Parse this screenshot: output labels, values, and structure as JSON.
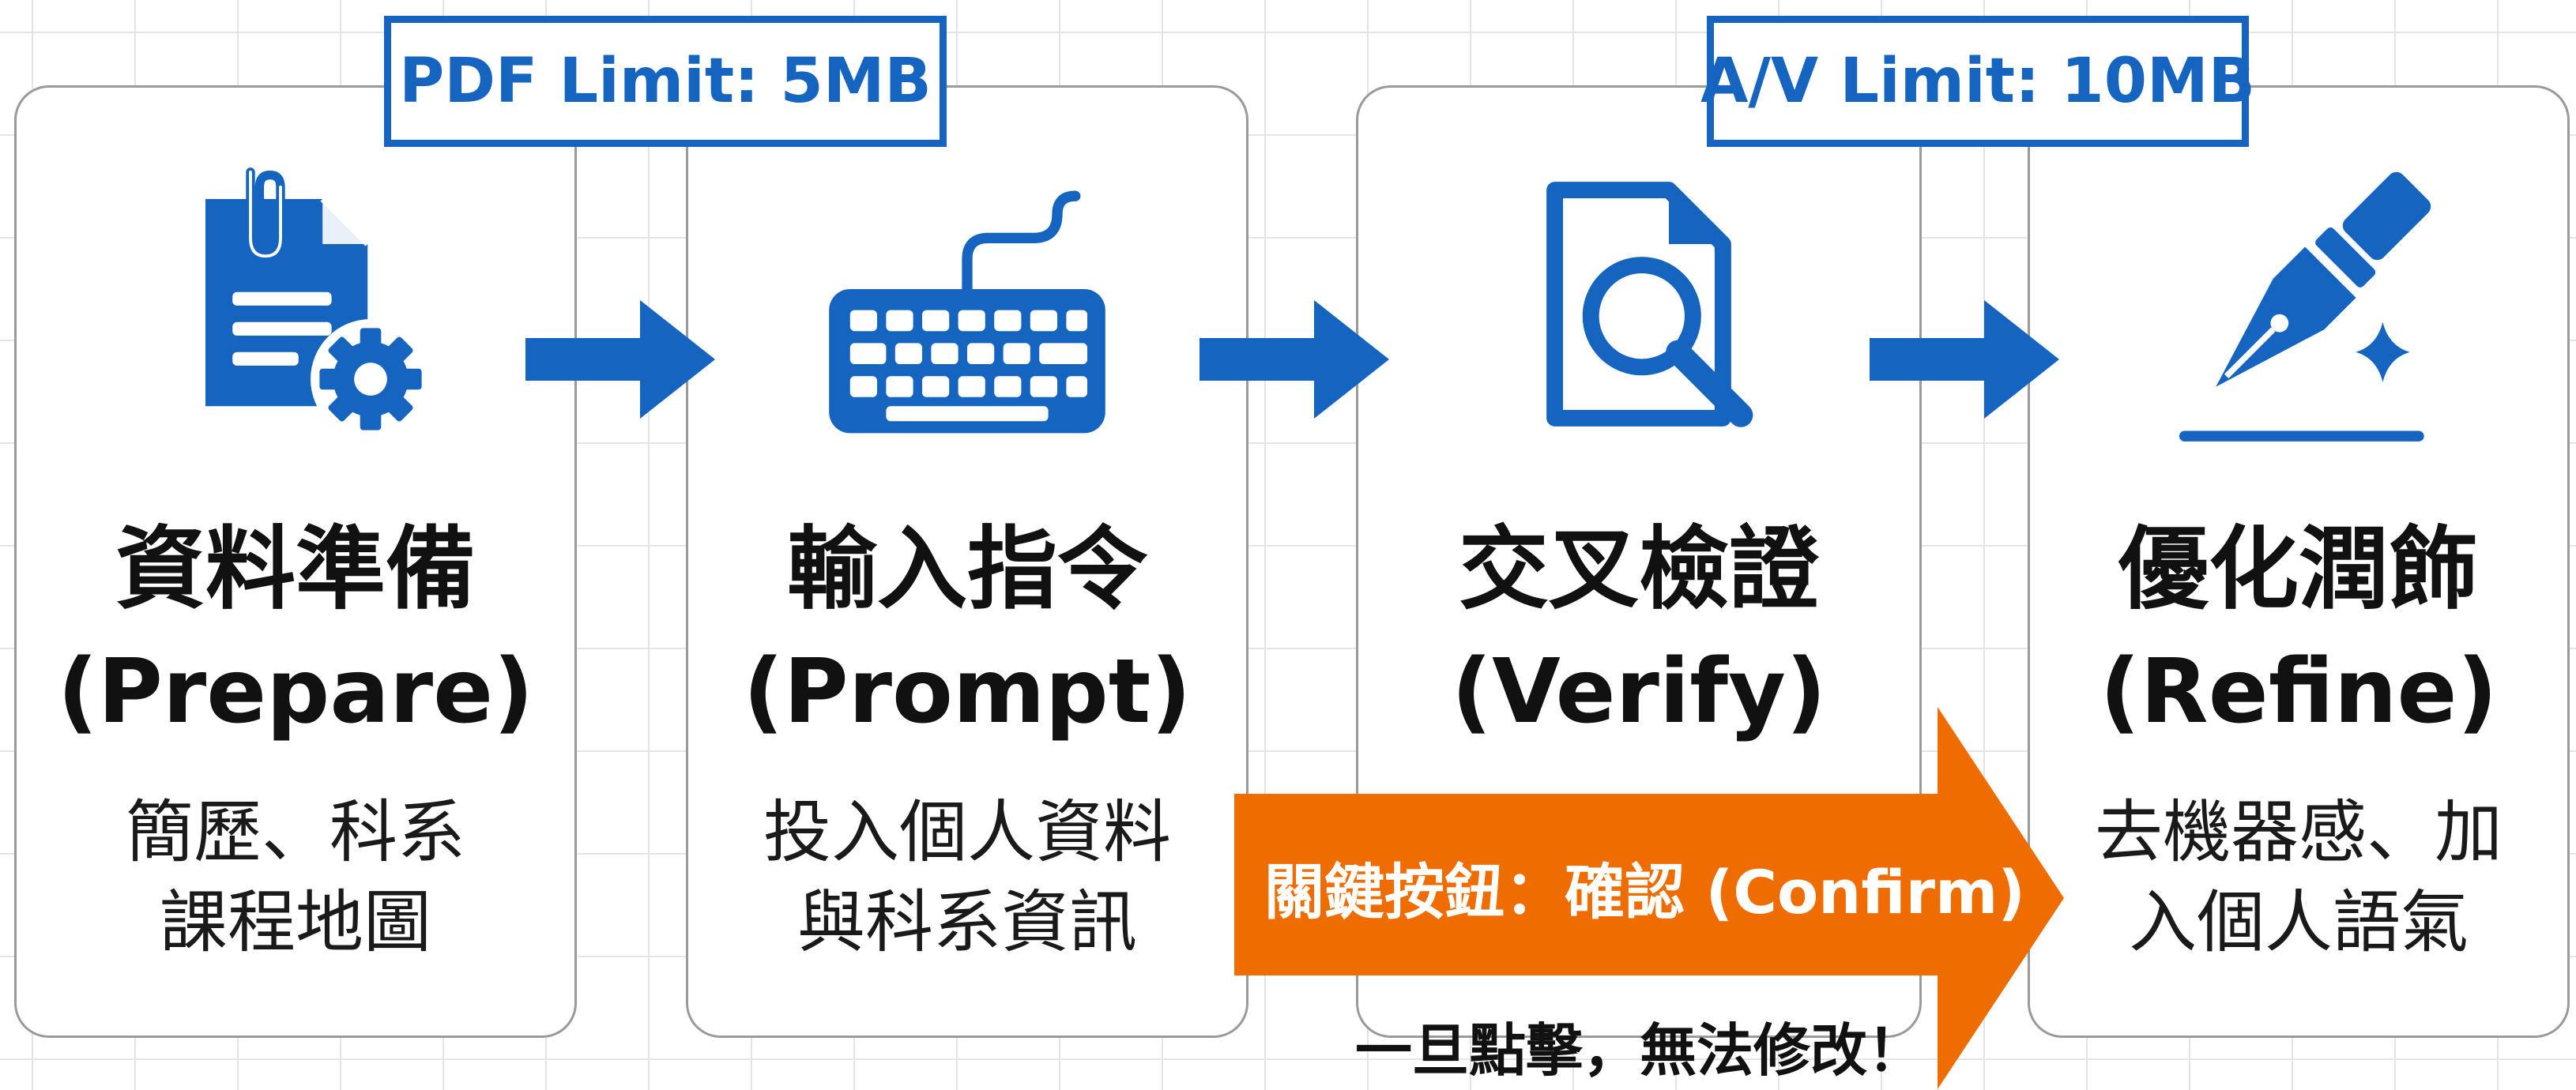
{
  "colors": {
    "primary_blue": "#1565c0",
    "confirm_orange": "#ef6c00",
    "card_border": "#9a9a9a",
    "text": "#111111"
  },
  "limits": {
    "pdf": "PDF Limit: 5MB",
    "av": "A/V Limit: 10MB"
  },
  "steps": [
    {
      "icon": "document-gear-icon",
      "title_zh": "資料準備",
      "title_en": "(Prepare)",
      "desc_line1": "簡歷、科系",
      "desc_line2": "課程地圖"
    },
    {
      "icon": "keyboard-icon",
      "title_zh": "輸入指令",
      "title_en": "(Prompt)",
      "desc_line1": "投入個人資料",
      "desc_line2": "與科系資訊"
    },
    {
      "icon": "document-magnifier-icon",
      "title_zh": "交叉檢證",
      "title_en": "(Verify)",
      "desc_line1": "",
      "desc_line2": ""
    },
    {
      "icon": "fountain-pen-icon",
      "title_zh": "優化潤飾",
      "title_en": "(Refine)",
      "desc_line1": "去機器感、加",
      "desc_line2": "入個人語氣"
    }
  ],
  "confirm": {
    "label": "關鍵按鈕：確認 (Confirm)",
    "warning": "一旦點擊，無法修改！"
  }
}
